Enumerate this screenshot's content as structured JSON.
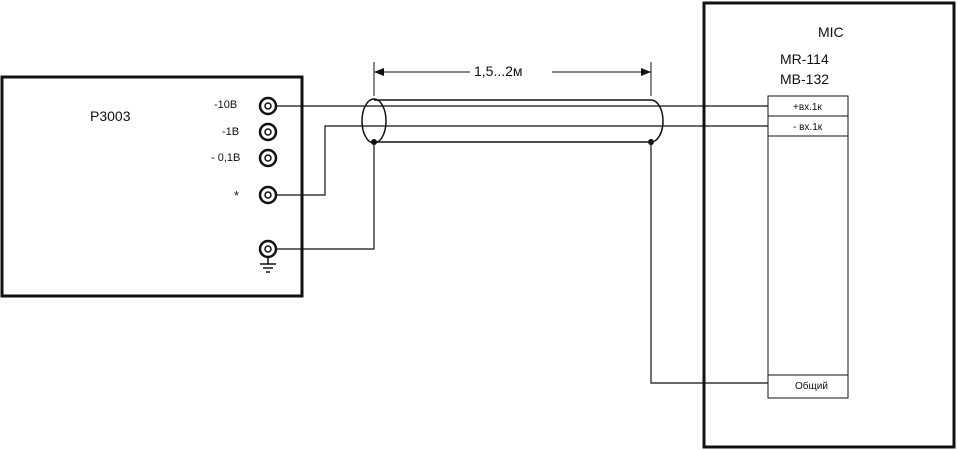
{
  "source_device": {
    "name": "Р3003",
    "terminals": {
      "t1": "-10В",
      "t2": "-1В",
      "t3": "- 0,1В",
      "t4": "*"
    }
  },
  "cable": {
    "length_label": "1,5...2м"
  },
  "target_device": {
    "name": "MIC",
    "modules": [
      "MR-114",
      "MB-132"
    ],
    "inputs": {
      "plus": "+вх.1к",
      "minus": "- вх.1к",
      "common": "Общий"
    }
  },
  "colors": {
    "line": "#111111",
    "background": "#ffffff"
  }
}
